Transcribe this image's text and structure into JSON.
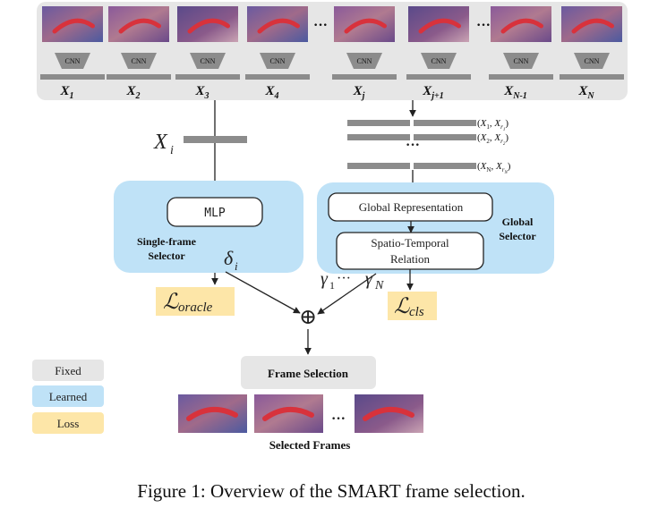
{
  "frames_top": {
    "cnn_label": "CNN",
    "labels": [
      "X1",
      "X2",
      "X3",
      "X4",
      "Xj",
      "Xj+1",
      "XN-1",
      "XN"
    ],
    "label_display": [
      {
        "base": "X",
        "sub": "1"
      },
      {
        "base": "X",
        "sub": "2"
      },
      {
        "base": "X",
        "sub": "3"
      },
      {
        "base": "X",
        "sub": "4"
      },
      {
        "base": "X",
        "sub": "j"
      },
      {
        "base": "X",
        "sub": "j+1"
      },
      {
        "base": "X",
        "sub": "N-1"
      },
      {
        "base": "X",
        "sub": "N"
      }
    ],
    "ellipsis": "···"
  },
  "left_branch": {
    "xi_label": "X",
    "xi_sub": "i",
    "mlp_label": "MLP",
    "selector_label_line1": "Single-frame",
    "selector_label_line2": "Selector",
    "delta_label": "δ",
    "delta_sub": "i",
    "loss_label": "ℒ",
    "loss_sub": "oracle"
  },
  "right_branch": {
    "pairs": [
      {
        "a": "X",
        "a_sub": "1",
        "b": "X",
        "b_sub": "r",
        "b_subsub": "1"
      },
      {
        "a": "X",
        "a_sub": "2",
        "b": "X",
        "b_sub": "r",
        "b_subsub": "2"
      },
      {
        "a": "X",
        "a_sub": "N",
        "b": "X",
        "b_sub": "r",
        "b_subsub": "N"
      }
    ],
    "pairs_ellipsis": "···",
    "global_repr_label": "Global Representation",
    "spatio_line1": "Spatio-Temporal",
    "spatio_line2": "Relation",
    "selector_label_line1": "Global",
    "selector_label_line2": "Selector",
    "gamma_label": "γ1···γN",
    "gamma_start": "γ",
    "gamma_start_sub": "1",
    "gamma_dots": "···",
    "gamma_end": "γ",
    "gamma_end_sub": "N",
    "loss_label": "ℒ",
    "loss_sub": "cls"
  },
  "merge": {
    "symbol": "⊕",
    "frame_selection_label": "Frame Selection",
    "selected_frames_label": "Selected Frames",
    "selected_ellipsis": "···"
  },
  "legend": {
    "items": [
      {
        "label": "Fixed",
        "color": "#e6e6e6"
      },
      {
        "label": "Learned",
        "color": "#bfe2f7"
      },
      {
        "label": "Loss",
        "color": "#fde6a8"
      }
    ]
  },
  "caption": "Figure 1: Overview of the SMART frame selection.",
  "colors": {
    "fixed": "#e6e6e6",
    "learned": "#bfe2f7",
    "loss": "#fde6a8",
    "bar": "#8c8c8c",
    "line": "#222222"
  }
}
